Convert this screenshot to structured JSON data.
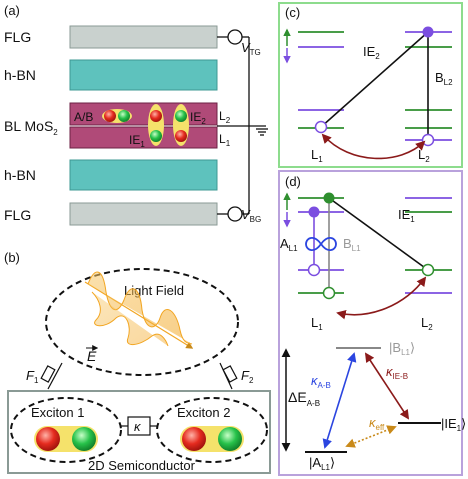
{
  "panel_a": {
    "label": "(a)",
    "layers": [
      "FLG",
      "h-BN",
      "BL MoS",
      "h-BN",
      "FLG"
    ],
    "mos_sub": "2",
    "ab": "A/B",
    "ie2": "IE",
    "ie2_sub": "2",
    "ie1": "IE",
    "ie1_sub": "1",
    "l2": "L",
    "l2_sub": "2",
    "l1": "L",
    "l1_sub": "1",
    "vtg": "V",
    "vtg_sub": "TG",
    "vbg": "V",
    "vbg_sub": "BG"
  },
  "panel_b": {
    "label": "(b)",
    "light_field": "Light Field",
    "efield": "E",
    "f1": "F",
    "f1_sub": "1",
    "f2": "F",
    "f2_sub": "2",
    "exciton1": "Exciton 1",
    "exciton2": "Exciton 2",
    "kappa": "κ",
    "semiconductor": "2D Semiconductor"
  },
  "panel_c": {
    "label": "(c)",
    "ie2": "IE",
    "ie2_sub": "2",
    "bl2": "B",
    "bl2_sub": "L2",
    "l1": "L",
    "l1_sub": "1",
    "l2": "L",
    "l2_sub": "2"
  },
  "panel_d": {
    "label": "(d)",
    "ie1": "IE",
    "ie1_sub": "1",
    "al1": "A",
    "al1_sub": "L1",
    "bl1": "B",
    "bl1_sub": "L1",
    "l1": "L",
    "l1_sub": "1",
    "l2": "L",
    "l2_sub": "2",
    "ket_b": "|B",
    "ket_b_sub": "L1",
    "ket_close": "⟩",
    "ket_ie": "|IE",
    "ket_ie_sub": "1",
    "ket_a": "|A",
    "ket_a_sub": "L1",
    "k_ab": "κ",
    "k_ab_sub": "A-B",
    "k_ieb": "κ",
    "k_ieb_sub": "IE-B",
    "k_eff": "κ",
    "k_eff_sub": "eff",
    "delta_e": "ΔE",
    "delta_e_sub": "A-B"
  },
  "colors": {
    "layer_gray": "#c9d1ce",
    "layer_teal": "#5ec2bd",
    "layer_mos": "#b04a78",
    "panel_green_border": "#8ddc8d",
    "panel_purple_border": "#b9a2dc",
    "level_green": "#2f8f2f",
    "level_purple": "#7b4ee0",
    "arrow_red": "#8b1a1a",
    "arrow_blue": "#2b45e0",
    "arrow_orange": "#c98a1a"
  }
}
